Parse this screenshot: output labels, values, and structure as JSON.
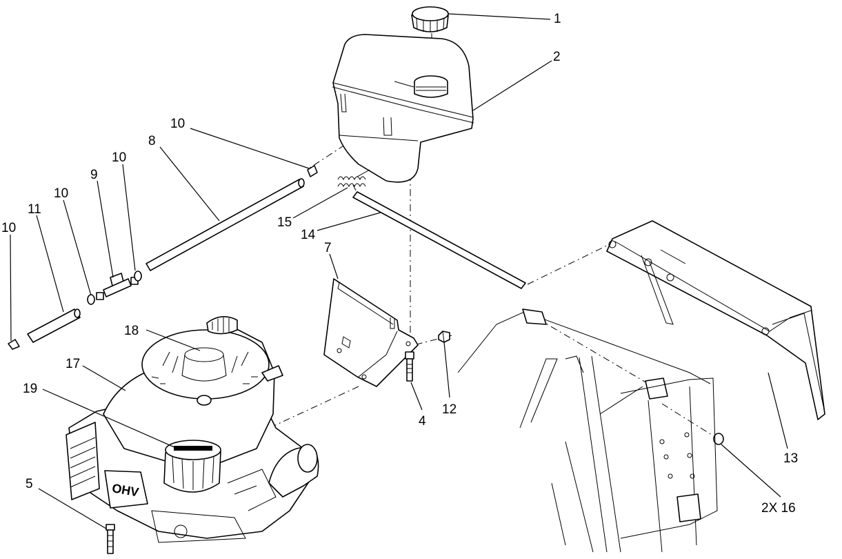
{
  "callouts": {
    "c1": "1",
    "c2": "2",
    "c4": "4",
    "c5": "5",
    "c7": "7",
    "c8": "8",
    "c9": "9",
    "c10a": "10",
    "c10b": "10",
    "c10c": "10",
    "c10d": "10",
    "c11": "11",
    "c12": "12",
    "c13": "13",
    "c14": "14",
    "c15": "15",
    "c16": "2X 16",
    "c17": "17",
    "c18": "18",
    "c19": "19"
  },
  "engine_logo": "OHV"
}
